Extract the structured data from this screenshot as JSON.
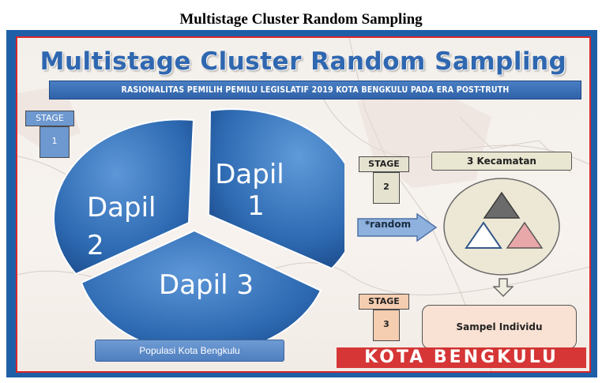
{
  "caption": "Multistage Cluster Random Sampling",
  "poster": {
    "title": "Multistage Cluster Random Sampling",
    "subtitle": "RASIONALITAS PEMILIH PEMILU LEGISLATIF 2019 KOTA BENGKULU PADA ERA POST-TRUTH",
    "footer_banner": "KOTA BENGKULU",
    "population_label": "Populasi Kota Bengkulu"
  },
  "pie": {
    "slices": [
      {
        "label_line1": "Dapil",
        "label_line2": "1"
      },
      {
        "label_line1": "Dapil",
        "label_line2": "2"
      },
      {
        "label": "Dapil 3"
      }
    ],
    "color": "#2f6db5"
  },
  "stages": [
    {
      "label": "STAGE",
      "number": "1"
    },
    {
      "label": "STAGE",
      "number": "2"
    },
    {
      "label": "STAGE",
      "number": "3"
    }
  ],
  "random_arrow_label": "*random",
  "kecamatan_label": "3 Kecamatan",
  "sample_label": "Sampel Individu",
  "triangles": [
    {
      "name": "gray-triangle",
      "fill": "#6b6b6b"
    },
    {
      "name": "white-triangle",
      "fill": "#ffffff"
    },
    {
      "name": "pink-triangle",
      "fill": "#e8a7a8"
    }
  ]
}
